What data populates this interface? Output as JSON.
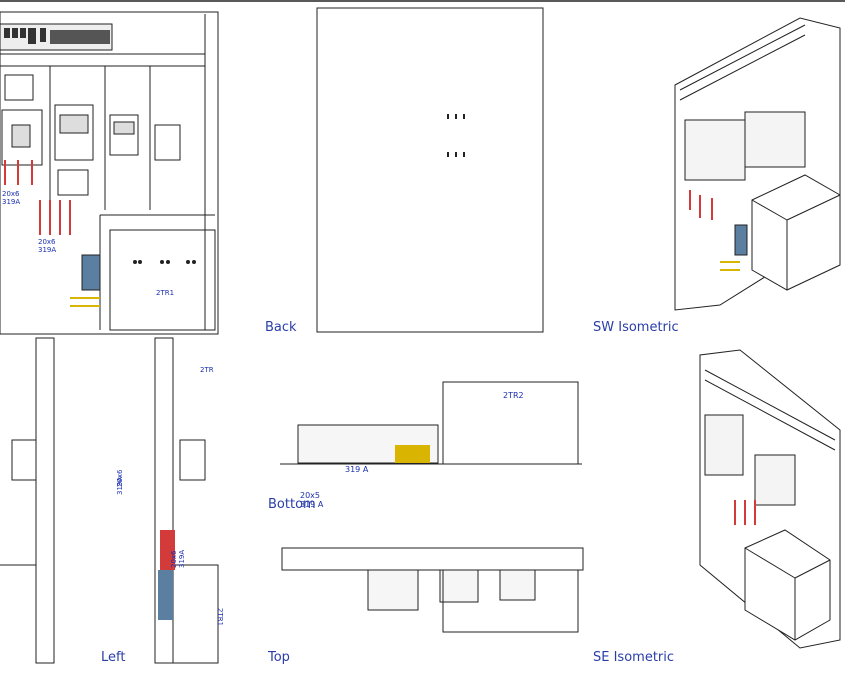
{
  "views": {
    "back": "Back",
    "sw_isometric": "SW Isometric",
    "bottom": "Bottom",
    "left": "Left",
    "top": "Top",
    "se_isometric": "SE Isometric"
  },
  "tags": {
    "cable_a": "20x6",
    "cable_a_sub": "319A",
    "cable_b": "20x6",
    "cable_b_sub": "319A",
    "cable_bottom": "319 A",
    "cable_bottom_b": "20x5",
    "cable_bottom_b_sub": "319 A",
    "transformer_front": "2TR1",
    "transformer_bottom": "2TR2",
    "transformer_left": "2TR1",
    "left_cable": "20x6",
    "left_cable_sub": "319A",
    "left_cable_b": "20x6",
    "left_cable_b_sub": "319A",
    "left_top_tag": "2TR"
  },
  "colors": {
    "line": "#222222",
    "annotation": "#1a2fb0",
    "busbar": "#d33a3a",
    "rail": "#d9b400",
    "terminal": "#5b7fa0"
  }
}
